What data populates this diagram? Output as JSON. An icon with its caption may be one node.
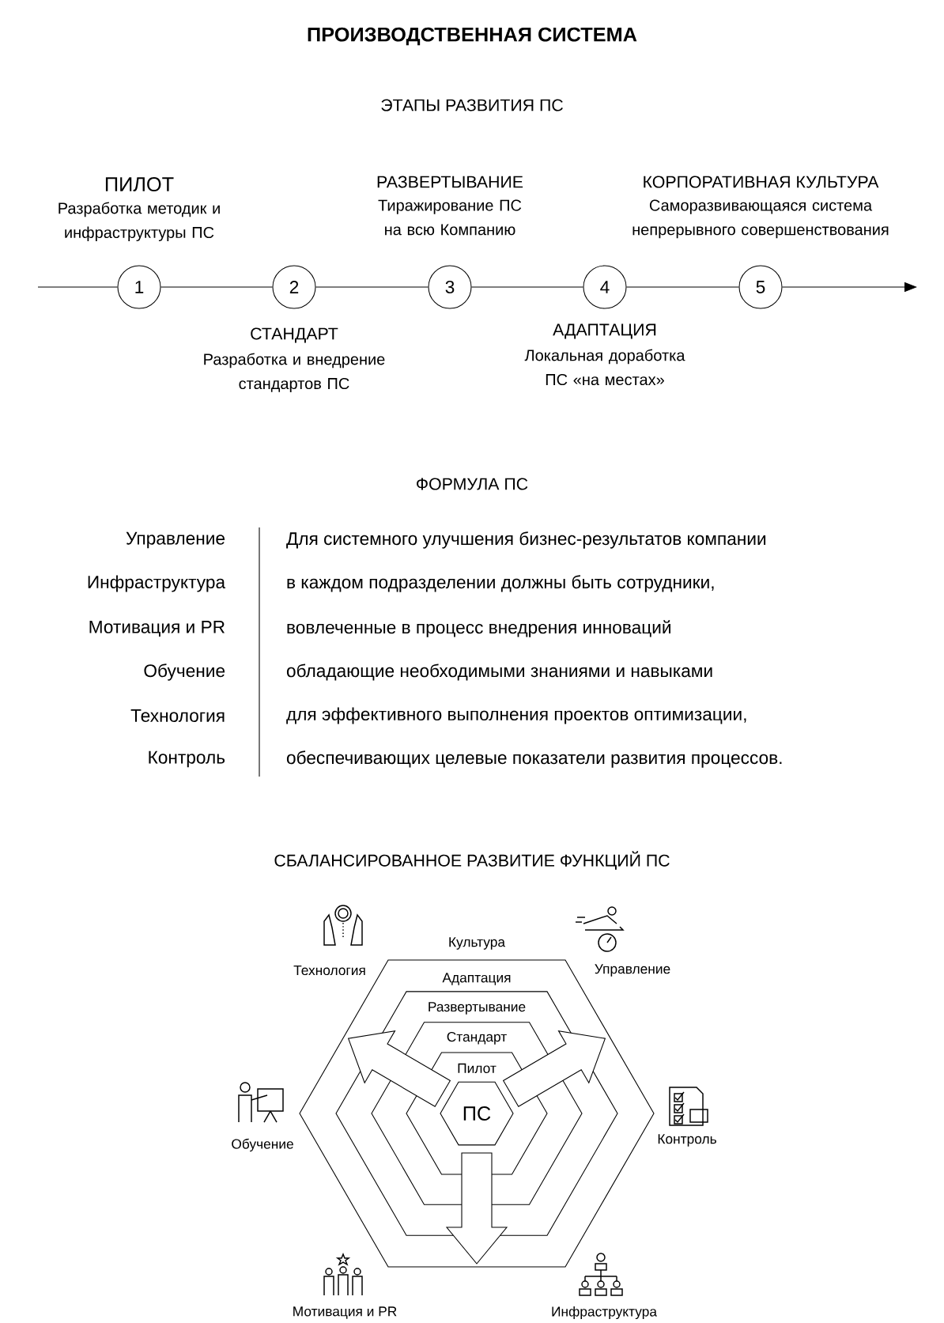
{
  "diagram": {
    "title": "ПРОИЗВОДСТВЕННАЯ СИСТЕМА",
    "nodes": [
      {
        "text": [
          "1"
        ],
        "beside": [
          "ПИЛОТ",
          "Разработка методик и инфраструктуры ПС"
        ]
      },
      {
        "text": [
          "2"
        ],
        "beside": [
          "СТАНДАРТ",
          "Разработка и внедрение стандартов ПС"
        ]
      },
      {
        "text": [
          "3"
        ],
        "beside": [
          "РАЗВЕРТЫВАНИЕ",
          "Тиражирование ПС на всю Компанию"
        ]
      },
      {
        "text": [
          "4"
        ],
        "beside": [
          "АДАПТАЦИЯ",
          "Локальная доработка ПС «на местах»"
        ]
      },
      {
        "text": [
          "5"
        ],
        "beside": [
          "КОРПОРАТИВНАЯ КУЛЬТУРА",
          "Саморазвивающаяся система непрерывного совершенствования"
        ]
      },
      {
        "text": [
          "Адаптация"
        ]
      },
      {
        "text": [
          "Развертывание"
        ],
        "in": 5
      },
      {
        "text": [
          "Стандарт"
        ],
        "in": 6
      },
      {
        "text": [
          "Пилот"
        ],
        "in": 7
      },
      {
        "text": [
          "ПС"
        ],
        "in": 8
      }
    ],
    "edges": [
      {
        "from": null,
        "to": 0,
        "arrow": "none"
      },
      {
        "from": 0,
        "to": 1,
        "arrow": "none"
      },
      {
        "from": 1,
        "to": 2,
        "arrow": "none"
      },
      {
        "from": 2,
        "to": 3,
        "arrow": "none"
      },
      {
        "from": 3,
        "to": 4,
        "arrow": "none"
      },
      {
        "from": 4,
        "to": null,
        "arrow": "to"
      }
    ],
    "labels": [
      "ЭТАПЫ РАЗВИТИЯ ПС",
      "ФОРМУЛА ПС",
      "Управление",
      "Для системного улучшения бизнес-результатов компании",
      "Инфраструктура",
      "в каждом подразделении должны быть сотрудники,",
      "Мотивация и PR",
      "вовлеченные в процесс внедрения инноваций",
      "Обучение",
      "обладающие необходимыми знаниями и навыками",
      "Технология",
      "для эффективного выполнения проектов оптимизации,",
      "Контроль",
      "обеспечивающих целевые показатели развития процессов.",
      "СБАЛАНСИРОВАННОЕ РАЗВИТИЕ ФУНКЦИЙ ПС",
      "Технология",
      "Культура",
      "Управление",
      "Обучение",
      "Контроль",
      "Мотивация и PR",
      "Инфраструктура"
    ]
  }
}
